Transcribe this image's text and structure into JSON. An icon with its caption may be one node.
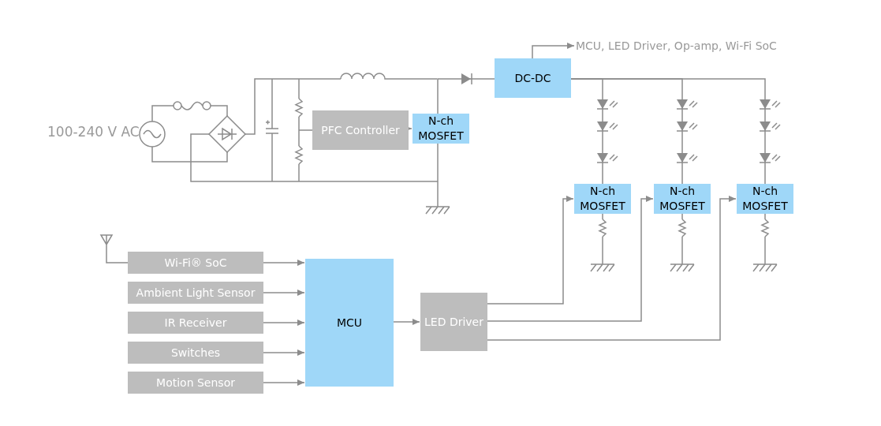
{
  "diagram": {
    "nodes": [
      {
        "text": [
          "PFC Controller"
        ]
      },
      {
        "text": [
          "N-ch MOSFET"
        ]
      },
      {
        "text": [
          "DC-DC"
        ]
      },
      {
        "text": [
          "MCU, LED Driver, Op-amp, Wi-Fi SoC"
        ]
      },
      {
        "text": [
          "N-ch MOSFET"
        ]
      },
      {
        "text": [
          "N-ch MOSFET"
        ]
      },
      {
        "text": [
          "N-ch MOSFET"
        ]
      },
      {
        "text": [
          "Wi-Fi® SoC"
        ]
      },
      {
        "text": [
          "Ambient Light Sensor"
        ]
      },
      {
        "text": [
          "IR Receiver"
        ]
      },
      {
        "text": [
          "Switches"
        ]
      },
      {
        "text": [
          "Motion Sensor"
        ]
      },
      {
        "text": [
          "MCU"
        ]
      },
      {
        "text": [
          "LED Driver"
        ]
      }
    ],
    "edges": [
      {
        "from": 0,
        "to": 1,
        "arrow": "to"
      },
      {
        "from": 2,
        "to": 3,
        "arrow": "to"
      },
      {
        "from": 7,
        "to": 12,
        "arrow": "to"
      },
      {
        "from": 8,
        "to": 12,
        "arrow": "to"
      },
      {
        "from": 9,
        "to": 12,
        "arrow": "to"
      },
      {
        "from": 10,
        "to": 12,
        "arrow": "to"
      },
      {
        "from": 11,
        "to": 12,
        "arrow": "to"
      },
      {
        "from": 12,
        "to": 13,
        "arrow": "to"
      },
      {
        "from": 13,
        "to": 4,
        "arrow": "to"
      },
      {
        "from": 13,
        "to": 5,
        "arrow": "to"
      },
      {
        "from": 13,
        "to": 6,
        "arrow": "to"
      },
      {
        "from": 1,
        "to": 2,
        "arrow": "none"
      },
      {
        "from": 2,
        "to": 4,
        "arrow": "to"
      },
      {
        "from": 2,
        "to": 5,
        "arrow": "to"
      },
      {
        "from": 2,
        "to": 6,
        "arrow": "to"
      }
    ],
    "labels": [
      "100-240 V AC"
    ]
  }
}
